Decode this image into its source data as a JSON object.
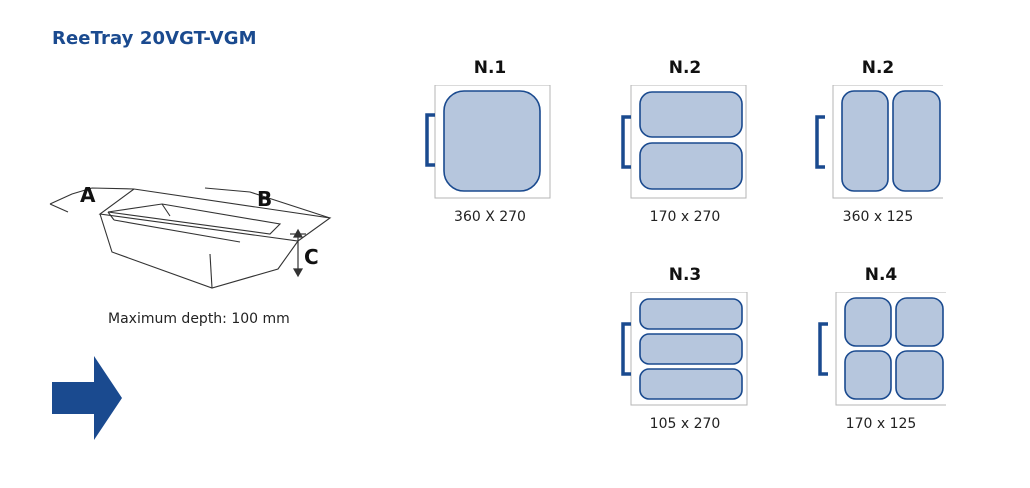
{
  "product": {
    "title": "ReeTray 20VGT-VGM"
  },
  "dimensions": {
    "a": "A",
    "b": "B",
    "c": "C",
    "depth_note": "Maximum depth: 100 mm"
  },
  "configurations": [
    {
      "label": "N.1",
      "size": "360 X 270"
    },
    {
      "label": "N.2",
      "size": "170 x 270"
    },
    {
      "label": "N.2",
      "size": "360 x 125"
    },
    {
      "label": "N.3",
      "size": "105 x 270"
    },
    {
      "label": "N.4",
      "size": "170 x 125"
    }
  ],
  "colors": {
    "brand_blue": "#1a4a8f",
    "insert_fill": "#b6c6dd",
    "frame_stroke": "#b5b5b5"
  }
}
